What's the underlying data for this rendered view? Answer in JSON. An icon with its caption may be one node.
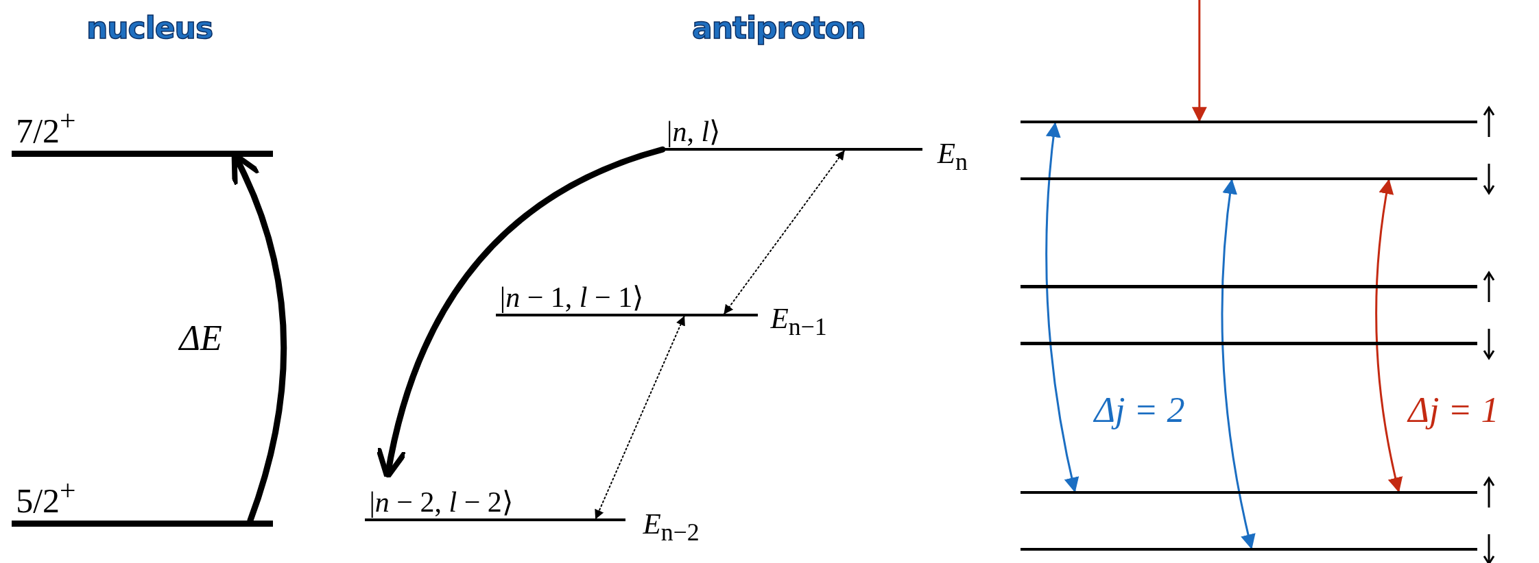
{
  "diagram": {
    "nodes": [
      {
        "text": [
          "7/2$^{+}$"
        ]
      },
      {
        "text": [
          "5/2$^{+}$"
        ]
      },
      {
        "text": [
          "|*n*, *l*⟩"
        ],
        "beside": [
          "*E*$_{n}$"
        ]
      },
      {
        "text": [
          "|*n* − 1, *l* − 1⟩"
        ],
        "beside": [
          "*E*$_{n−1}$"
        ]
      },
      {
        "text": [
          "|*n* − 2, *l* − 2⟩"
        ],
        "beside": [
          "*E*$_{n−2}$"
        ]
      },
      {
        "text": [],
        "shape": "bar"
      },
      {
        "text": [],
        "shape": "bar"
      },
      {
        "text": [],
        "shape": "bar"
      },
      {
        "text": [],
        "shape": "bar"
      },
      {
        "text": [],
        "shape": "bar"
      },
      {
        "text": [],
        "shape": "bar"
      }
    ],
    "edges": [
      {
        "from": 1,
        "to": 0,
        "arrow": "to",
        "label": "ΔE",
        "style": "thick"
      },
      {
        "from": 2,
        "to": 4,
        "arrow": "to",
        "style": "thick"
      },
      {
        "from": 2,
        "to": 3,
        "arrow": "both",
        "style": "dashed"
      },
      {
        "from": 3,
        "to": 4,
        "arrow": "both",
        "style": "dashed"
      },
      {
        "from": 5,
        "to": 9,
        "arrow": "both",
        "color": "#1b6ec2",
        "label": "Δj = 2"
      },
      {
        "from": 6,
        "to": 10,
        "arrow": "both",
        "color": "#1b6ec2"
      },
      {
        "from": 6,
        "to": 9,
        "arrow": "both",
        "color": "#c42a12",
        "label": "Δj = 1"
      },
      {
        "from": null,
        "to": 5,
        "arrow": "to",
        "color": "#c42a12"
      }
    ],
    "labels": [
      "nucleus",
      "antiproton"
    ]
  }
}
